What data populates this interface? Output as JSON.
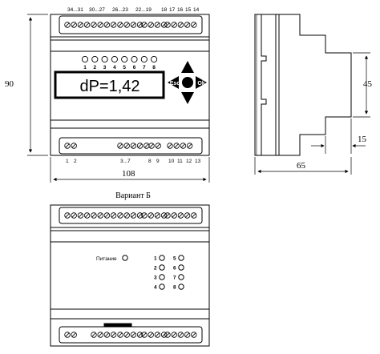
{
  "front_view": {
    "top_terminal_labels": [
      "34...31",
      "30...27",
      "26...23",
      "22...19",
      "18",
      "17",
      "16",
      "15",
      "14"
    ],
    "bottom_terminal_labels": [
      "1",
      "2",
      "3...7",
      "8",
      "9",
      "10",
      "11",
      "12",
      "13"
    ],
    "led_numbers": [
      "1",
      "2",
      "3",
      "4",
      "5",
      "6",
      "7",
      "8"
    ],
    "display_text": "dP=1,42",
    "buttons": {
      "esc": "Esc",
      "ok": "Ok"
    },
    "dim_height": "90",
    "dim_width": "108"
  },
  "side_view": {
    "dim_45": "45",
    "dim_15": "15",
    "dim_65": "65"
  },
  "variant_b": {
    "title": "Вариант Б",
    "power_label": "Питание",
    "led_left": [
      "1",
      "2",
      "3",
      "4"
    ],
    "led_right": [
      "5",
      "6",
      "7",
      "8"
    ]
  }
}
